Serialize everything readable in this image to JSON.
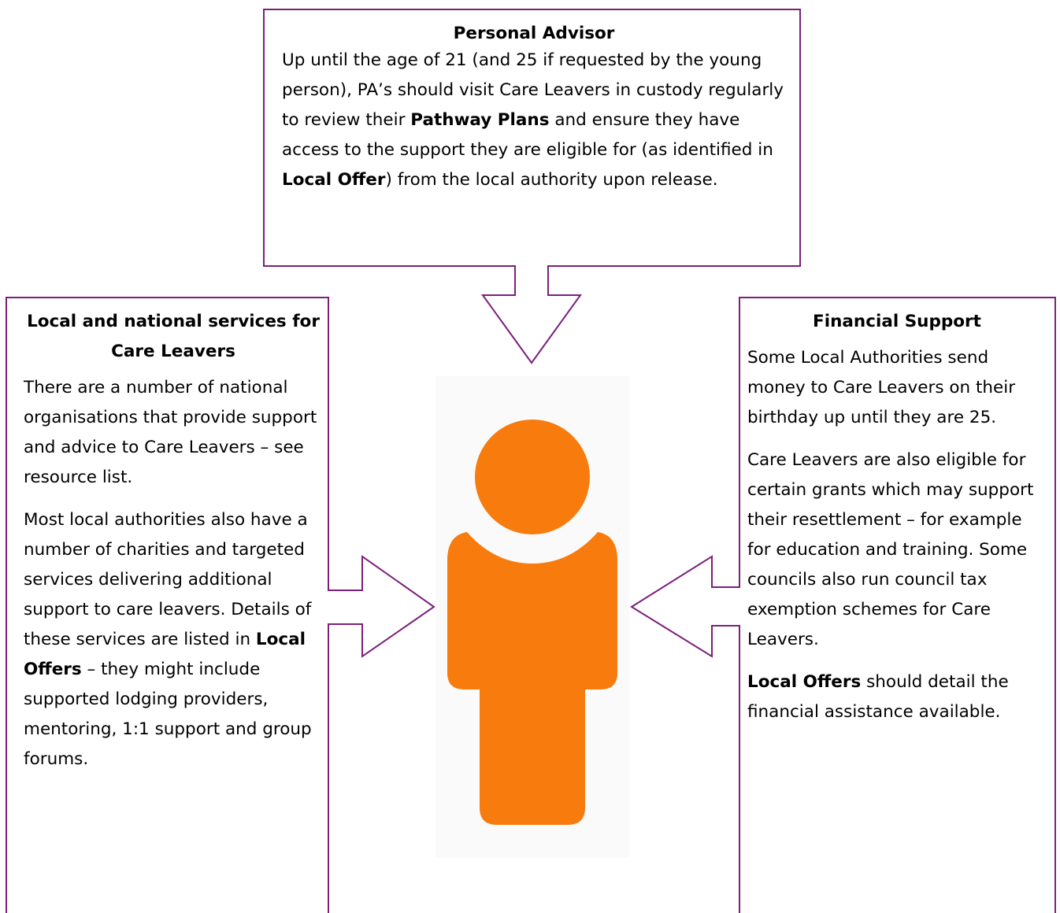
{
  "top_box": {
    "heading": "Personal Advisor",
    "body": [
      {
        "text": "Up until the age of 21 (and 25 if requested by the young person), PA’s should visit Care Leavers in custody regularly to review their ",
        "bold": false
      },
      {
        "text": "Pathway Plans",
        "bold": true
      },
      {
        "text": " and ensure they have access to the support they are eligible for (as identified in ",
        "bold": false
      },
      {
        "text": "Local Offer",
        "bold": true
      },
      {
        "text": ") from the local authority upon release.",
        "bold": false
      }
    ]
  },
  "left_box": {
    "heading": "Local and national services for Care Leavers",
    "paragraphs": [
      [
        {
          "text": "There are a number of national organisations that provide support and advice to Care Leavers – see resource list.",
          "bold": false
        }
      ],
      [
        {
          "text": "Most local authorities also have a number of charities and targeted services delivering additional support to care leavers. Details of these services are listed in ",
          "bold": false
        },
        {
          "text": "Local Offers",
          "bold": true
        },
        {
          "text": " – they might include supported lodging providers, mentoring, 1:1 support and group forums.",
          "bold": false
        }
      ]
    ]
  },
  "right_box": {
    "heading": "Financial Support",
    "paragraphs": [
      [
        {
          "text": "Some Local Authorities send money to Care Leavers on their birthday up until they are 25.",
          "bold": false
        }
      ],
      [
        {
          "text": "Care Leavers are also eligible for certain grants which may support their resettlement – for example for education and training. Some councils also run council tax exemption schemes for Care Leavers.",
          "bold": false
        }
      ],
      [
        {
          "text": "Local Offers",
          "bold": true
        },
        {
          "text": " should detail the financial assistance available.",
          "bold": false
        }
      ]
    ]
  },
  "colors": {
    "outline": "#7b1f7a",
    "person": "#f77b0d",
    "person_background": "#fafafa"
  },
  "icons": {
    "person": "person-icon"
  }
}
